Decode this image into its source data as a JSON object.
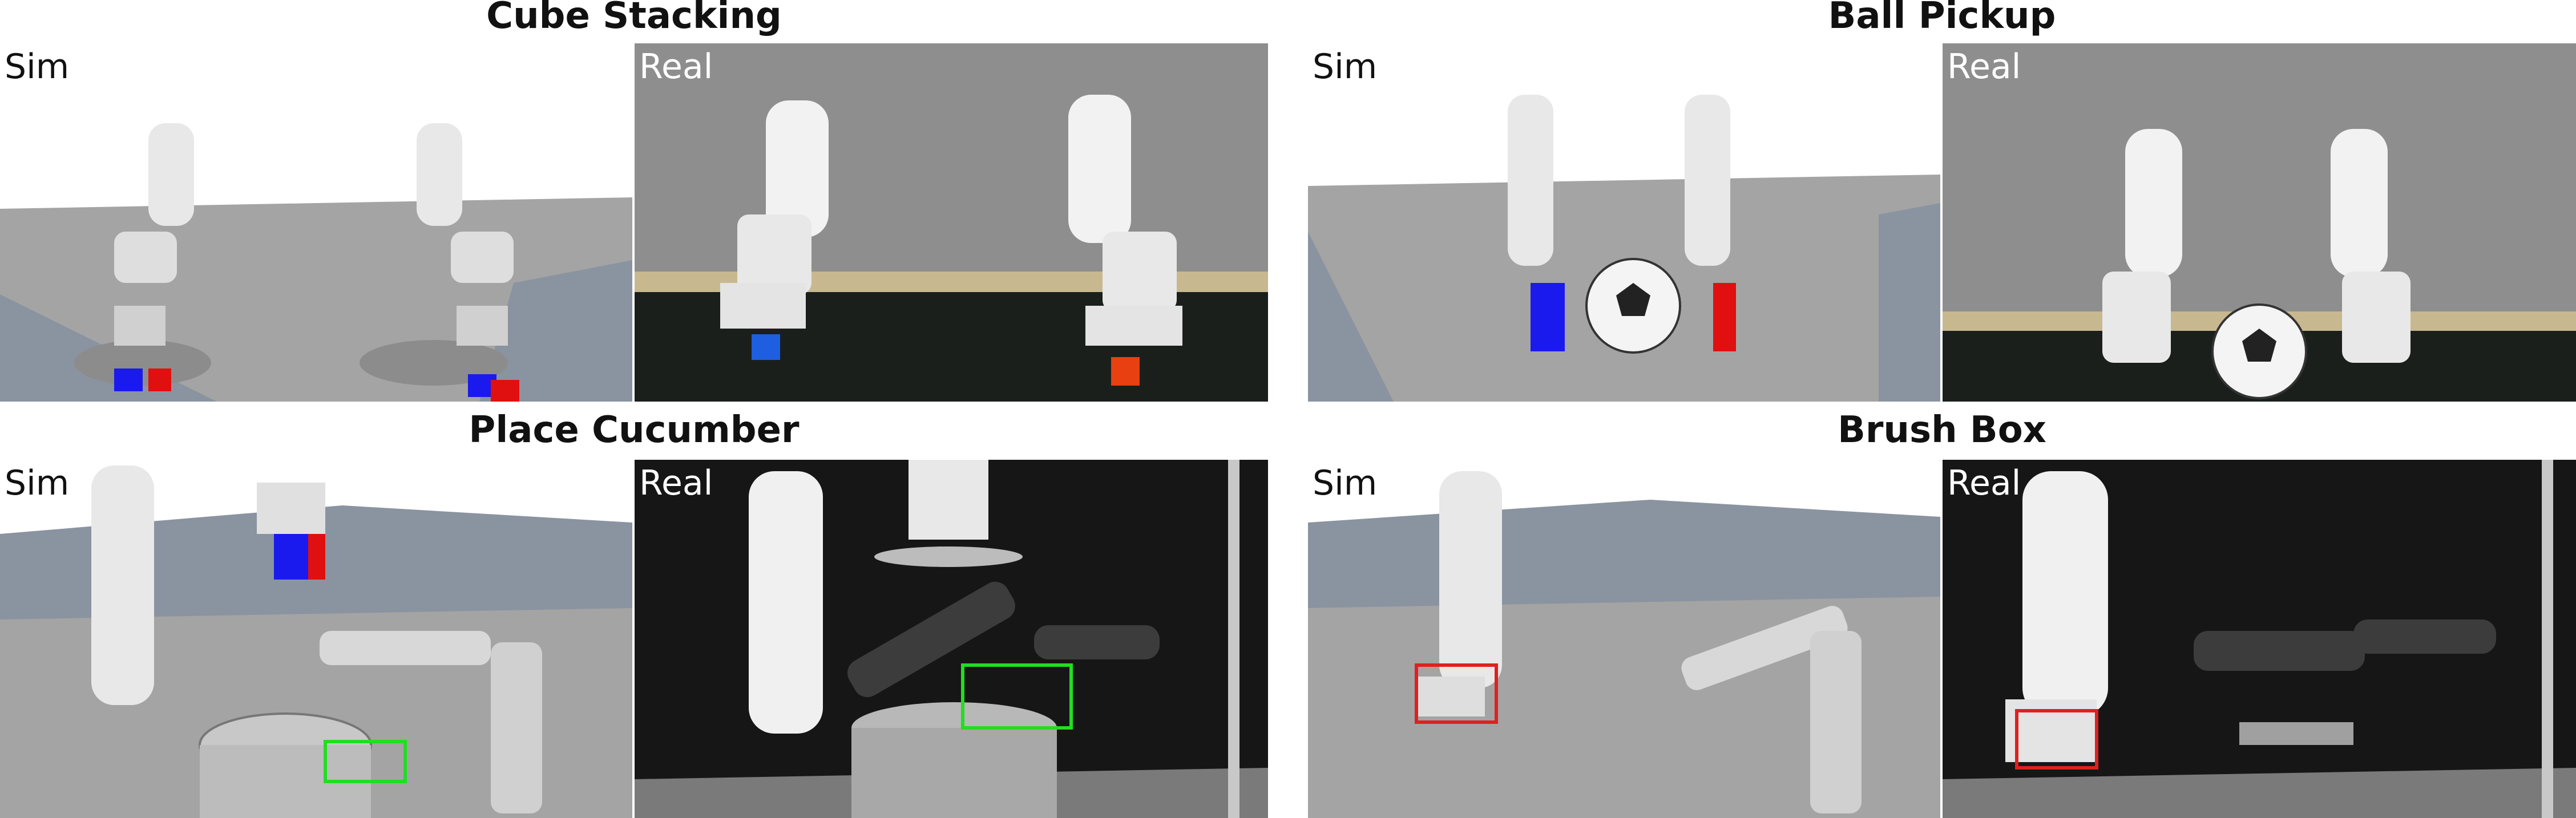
{
  "tasks": {
    "cube_stacking": {
      "title": "Cube Stacking",
      "sim_label": "Sim",
      "real_label": "Real"
    },
    "ball_pickup": {
      "title": "Ball Pickup",
      "sim_label": "Sim",
      "real_label": "Real"
    },
    "place_cucumber": {
      "title": "Place Cucumber",
      "sim_label": "Sim",
      "real_label": "Real"
    },
    "brush_box": {
      "title": "Brush Box",
      "sim_label": "Sim",
      "real_label": "Real"
    }
  },
  "colors": {
    "sim_floor": "#9a9a9a",
    "sim_sky": "#ffffff",
    "real_wall": "#8e8e8e",
    "real_dark": "#161616",
    "highlight_green": "#22dd22",
    "highlight_red": "#e02020",
    "axis_red": "#e00000",
    "axis_green": "#10c010",
    "axis_blue": "#1010e0"
  },
  "icons": [
    "robot-arm-icon",
    "soccer-ball-icon",
    "pot-icon",
    "cube-icon"
  ]
}
